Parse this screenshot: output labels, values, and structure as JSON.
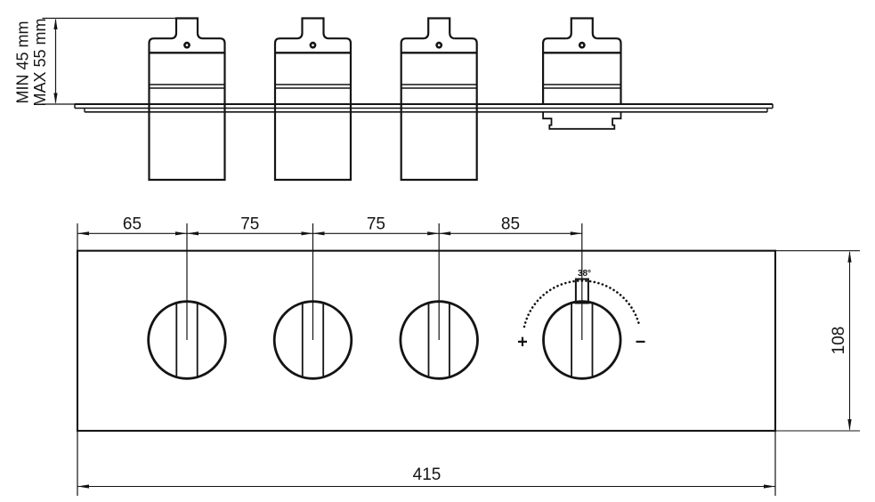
{
  "drawing": {
    "type": "installation-dimension-drawing",
    "views": [
      "side-depth-view",
      "front-view"
    ]
  },
  "side_view": {
    "depth_min_label": "MIN 45 mm",
    "depth_max_label": "MAX 55 mm",
    "cartridge_count": 4
  },
  "front_view": {
    "spacing_dims": [
      "65",
      "75",
      "75",
      "85"
    ],
    "total_width_dim": "415",
    "height_dim": "108",
    "knob_count": 4,
    "temp_knob": {
      "temperature": "38°",
      "plus": "+",
      "minus": "−"
    }
  },
  "colors": {
    "line": "#141414",
    "background": "#ffffff"
  }
}
